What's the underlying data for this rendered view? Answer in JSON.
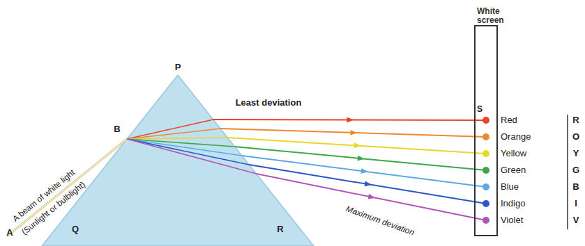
{
  "diagram": {
    "nodes": [
      {
        "text": [
          "White screen"
        ]
      }
    ],
    "labels": [
      "P",
      "A beam of white light",
      "(Sunlight or bulblight)",
      "A",
      "B",
      "Q",
      "R",
      "Least deviation",
      "S",
      "Maximum deviation",
      "Red",
      "Orange",
      "Yellow",
      "Green",
      "Blue",
      "Indigo",
      "Violet",
      "R",
      "O",
      "Y",
      "G",
      "B",
      "I",
      "V"
    ]
  }
}
